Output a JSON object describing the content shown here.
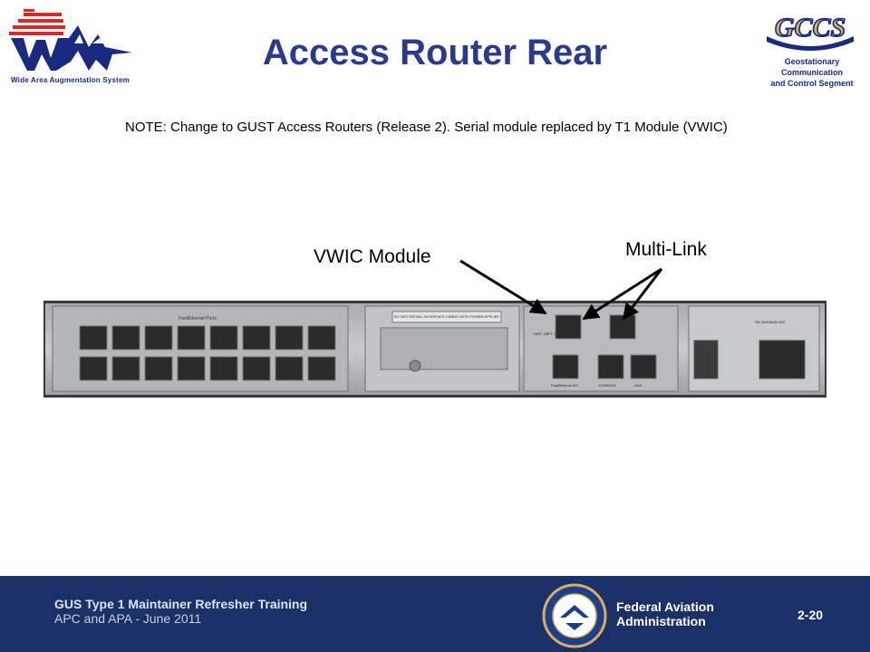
{
  "header": {
    "waas_caption": "Wide Area Augmentation System",
    "gccs_logo_text": "GCCS",
    "gccs_caption": [
      "Geostationary",
      "Communication",
      "and Control Segment"
    ]
  },
  "slide": {
    "title": "Access Router Rear",
    "note": "NOTE: Change to GUST Access Routers  (Release 2).  Serial module replaced by T1 Module (VWIC)",
    "callouts": {
      "vwic_label": "VWIC Module",
      "multilink_label": "Multi-Link"
    }
  },
  "router_photo": {
    "switch_label": "FastEthernet Ports",
    "blank_panel_text": "DO NOT INSTALL INTERFACE CARDS WITH POWER APPLIED",
    "vwic_text": "VWIC 2MFT-T1",
    "fastethernet_label": "FastEthernet 0/0",
    "console_label": "CONSOLE",
    "aux_label": "AUX",
    "serial_label": "SN:JMX0848L1BC"
  },
  "footer": {
    "course_title": "GUS Type 1 Maintainer Refresher Training",
    "course_subtitle": "APC and APA - June 2011",
    "agency_name_line1": "Federal Aviation",
    "agency_name_line2": "Administration",
    "slide_number": "2-20"
  },
  "colors": {
    "title": "#2b3a8a",
    "footer_bg": "#1a3066",
    "logo_red": "#d42a2a",
    "logo_blue": "#1a2a80",
    "gccs_gold": "#d4b060"
  }
}
